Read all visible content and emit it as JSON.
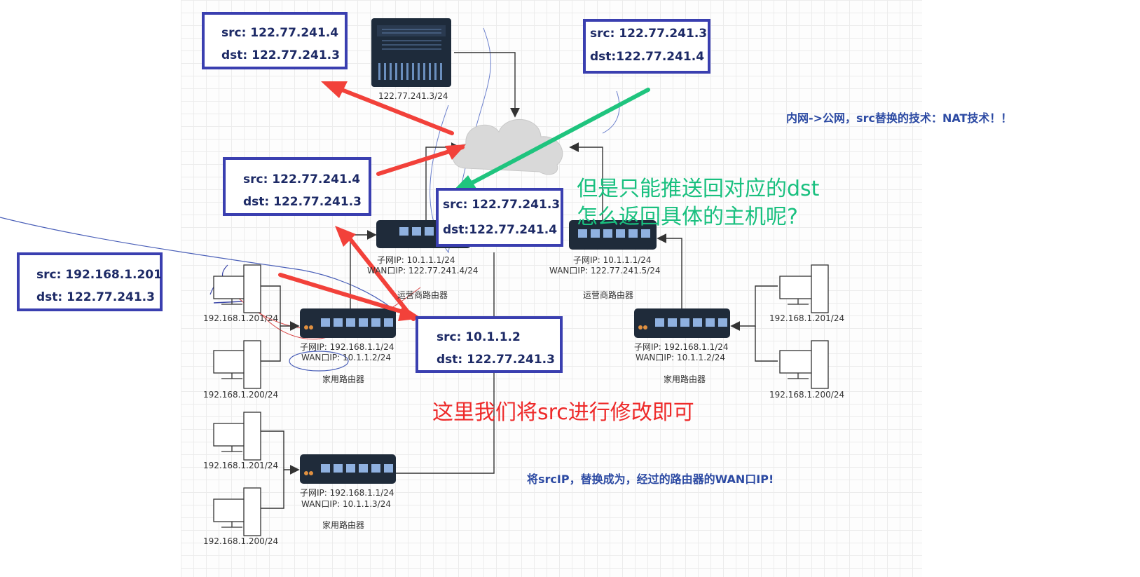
{
  "boxes": {
    "b1": {
      "src": "src: 122.77.241.4",
      "dst": "dst: 122.77.241.3"
    },
    "b2": {
      "src": "src: 122.77.241.3",
      "dst": "dst:122.77.241.4"
    },
    "b3": {
      "src": "src: 122.77.241.4",
      "dst": "dst: 122.77.241.3"
    },
    "b4": {
      "src": "src: 122.77.241.3",
      "dst": "dst:122.77.241.4"
    },
    "b5": {
      "src": "src: 192.168.1.201",
      "dst": "dst: 122.77.241.3"
    },
    "b6": {
      "src": "src: 10.1.1.2",
      "dst": "dst: 122.77.241.3"
    }
  },
  "server": {
    "ip": "122.77.241.3/24"
  },
  "isp_routers": [
    {
      "subnet": "子网IP:   10.1.1.1/24",
      "wan": "WAN口IP:  122.77.241.4/24",
      "name": "运营商路由器"
    },
    {
      "subnet": "子网IP:   10.1.1.1/24",
      "wan": "WAN口IP:  122.77.241.5/24",
      "name": "运营商路由器"
    }
  ],
  "home_routers": [
    {
      "subnet": "子网IP:   192.168.1.1/24",
      "wan": "WAN口IP:  10.1.1.2/24",
      "name": "家用路由器"
    },
    {
      "subnet": "子网IP:   192.168.1.1/24",
      "wan": "WAN口IP:  10.1.1.2/24",
      "name": "家用路由器"
    },
    {
      "subnet": "子网IP:   192.168.1.1/24",
      "wan": "WAN口IP:  10.1.1.3/24",
      "name": "家用路由器"
    }
  ],
  "hosts": {
    "l1": "192.168.1.201/24",
    "l2": "192.168.1.200/24",
    "l3": "192.168.1.201/24",
    "l4": "192.168.1.200/24",
    "r1": "192.168.1.201/24",
    "r2": "192.168.1.200/24"
  },
  "notes": {
    "nat": "内网->公网，src替换的技术：NAT技术！！",
    "replace": "将srcIP，替换成为，经过的路由器的WAN口IP!",
    "green1": "但是只能推送回对应的dst",
    "green2": "怎么返回具体的主机呢?",
    "red": "这里我们将src进行修改即可"
  },
  "colors": {
    "box_border": "#3a3fb0",
    "red_arrow": "#f2413a",
    "green_arrow": "#1fc47e",
    "green_text": "#19c07f",
    "red_text": "#ee2a2a"
  }
}
